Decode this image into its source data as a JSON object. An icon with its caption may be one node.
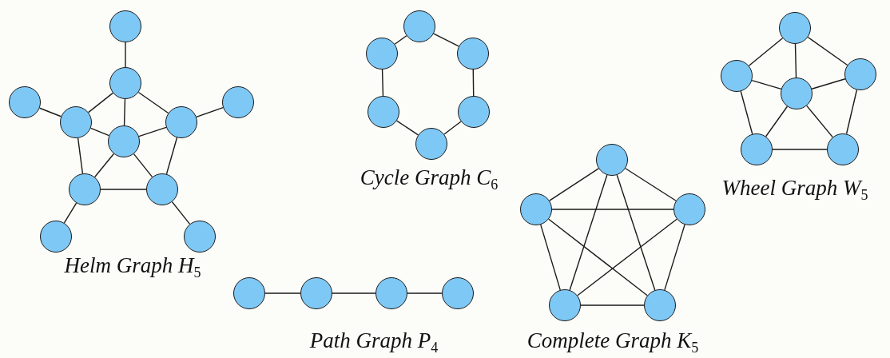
{
  "diagram": {
    "nodes": [
      {
        "text": [],
        "shape": "circle"
      },
      {
        "text": [],
        "shape": "circle"
      },
      {
        "text": [],
        "shape": "circle"
      },
      {
        "text": [],
        "shape": "circle"
      },
      {
        "text": [],
        "shape": "circle"
      },
      {
        "text": [],
        "shape": "circle"
      },
      {
        "text": [],
        "shape": "circle"
      },
      {
        "text": [],
        "shape": "circle"
      },
      {
        "text": [],
        "shape": "circle"
      },
      {
        "text": [],
        "shape": "circle"
      },
      {
        "text": [],
        "shape": "circle"
      },
      {
        "text": [],
        "shape": "circle"
      },
      {
        "text": [],
        "shape": "circle"
      },
      {
        "text": [],
        "shape": "circle"
      },
      {
        "text": [],
        "shape": "circle"
      },
      {
        "text": [],
        "shape": "circle"
      },
      {
        "text": [],
        "shape": "circle"
      },
      {
        "text": [],
        "shape": "circle"
      },
      {
        "text": [],
        "shape": "circle"
      },
      {
        "text": [],
        "shape": "circle"
      },
      {
        "text": [],
        "shape": "circle"
      },
      {
        "text": [],
        "shape": "circle"
      },
      {
        "text": [],
        "shape": "circle"
      },
      {
        "text": [],
        "shape": "circle"
      },
      {
        "text": [],
        "shape": "circle"
      },
      {
        "text": [],
        "shape": "circle"
      },
      {
        "text": [],
        "shape": "circle"
      },
      {
        "text": [],
        "shape": "circle"
      },
      {
        "text": [],
        "shape": "circle"
      },
      {
        "text": [],
        "shape": "circle"
      },
      {
        "text": [],
        "shape": "circle"
      },
      {
        "text": [],
        "shape": "circle"
      }
    ],
    "edges": [
      {
        "from": 0,
        "to": 1,
        "arrow": "none"
      },
      {
        "from": 2,
        "to": 4,
        "arrow": "none"
      },
      {
        "from": 3,
        "to": 5,
        "arrow": "none"
      },
      {
        "from": 1,
        "to": 4,
        "arrow": "none"
      },
      {
        "from": 1,
        "to": 5,
        "arrow": "none"
      },
      {
        "from": 1,
        "to": 6,
        "arrow": "none"
      },
      {
        "from": 4,
        "to": 6,
        "arrow": "none"
      },
      {
        "from": 5,
        "to": 6,
        "arrow": "none"
      },
      {
        "from": 4,
        "to": 7,
        "arrow": "none"
      },
      {
        "from": 5,
        "to": 8,
        "arrow": "none"
      },
      {
        "from": 6,
        "to": 7,
        "arrow": "none"
      },
      {
        "from": 6,
        "to": 8,
        "arrow": "none"
      },
      {
        "from": 7,
        "to": 8,
        "arrow": "none"
      },
      {
        "from": 7,
        "to": 9,
        "arrow": "none"
      },
      {
        "from": 8,
        "to": 10,
        "arrow": "none"
      },
      {
        "from": 11,
        "to": 12,
        "arrow": "none"
      },
      {
        "from": 11,
        "to": 13,
        "arrow": "none"
      },
      {
        "from": 12,
        "to": 14,
        "arrow": "none"
      },
      {
        "from": 13,
        "to": 15,
        "arrow": "none"
      },
      {
        "from": 14,
        "to": 16,
        "arrow": "none"
      },
      {
        "from": 15,
        "to": 16,
        "arrow": "none"
      },
      {
        "from": 17,
        "to": 18,
        "arrow": "none"
      },
      {
        "from": 17,
        "to": 19,
        "arrow": "none"
      },
      {
        "from": 17,
        "to": 20,
        "arrow": "none"
      },
      {
        "from": 18,
        "to": 20,
        "arrow": "none"
      },
      {
        "from": 19,
        "to": 20,
        "arrow": "none"
      },
      {
        "from": 18,
        "to": 21,
        "arrow": "none"
      },
      {
        "from": 19,
        "to": 22,
        "arrow": "none"
      },
      {
        "from": 20,
        "to": 21,
        "arrow": "none"
      },
      {
        "from": 20,
        "to": 22,
        "arrow": "none"
      },
      {
        "from": 21,
        "to": 22,
        "arrow": "none"
      },
      {
        "from": 23,
        "to": 24,
        "arrow": "none"
      },
      {
        "from": 23,
        "to": 25,
        "arrow": "none"
      },
      {
        "from": 23,
        "to": 26,
        "arrow": "none"
      },
      {
        "from": 23,
        "to": 27,
        "arrow": "none"
      },
      {
        "from": 24,
        "to": 25,
        "arrow": "none"
      },
      {
        "from": 24,
        "to": 26,
        "arrow": "none"
      },
      {
        "from": 24,
        "to": 27,
        "arrow": "none"
      },
      {
        "from": 25,
        "to": 26,
        "arrow": "none"
      },
      {
        "from": 25,
        "to": 27,
        "arrow": "none"
      },
      {
        "from": 26,
        "to": 27,
        "arrow": "none"
      },
      {
        "from": 28,
        "to": 29,
        "arrow": "none"
      },
      {
        "from": 29,
        "to": 30,
        "arrow": "none"
      },
      {
        "from": 30,
        "to": 31,
        "arrow": "none"
      }
    ],
    "labels": [
      "Cycle Graph C$_{6}$",
      "Wheel Graph W$_{5}$",
      "Helm Graph H$_{5}$",
      "Path Graph P$_{4}$",
      "Complete Graph K$_{5}$"
    ]
  }
}
